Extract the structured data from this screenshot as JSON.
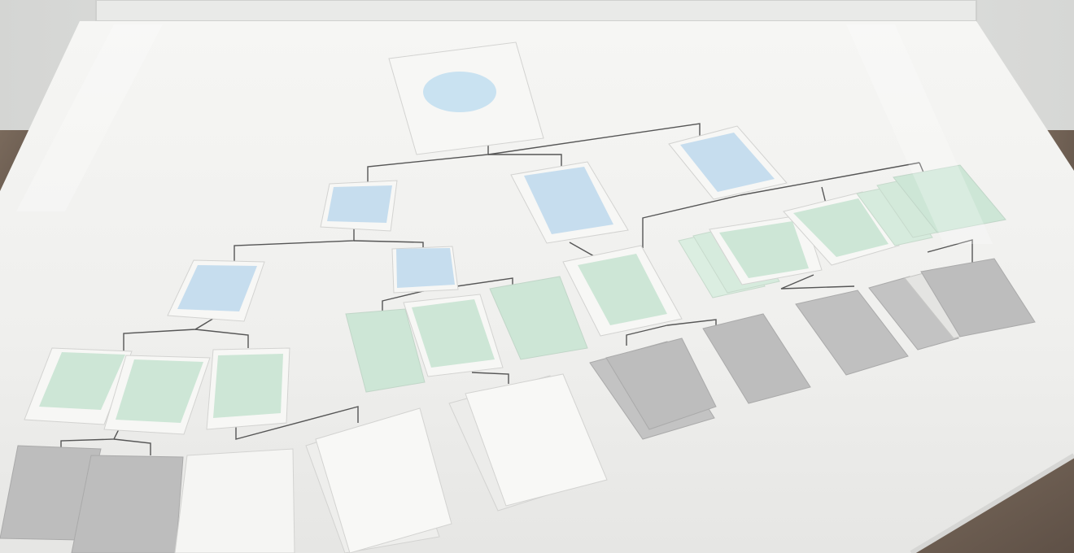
{
  "scene": {
    "subject": "tabletop-paper-org-chart",
    "colors": {
      "wall": "#dcdddb",
      "floor": "#6f5f52",
      "table": "#f1f1ef",
      "table_edge": "#d9dad8",
      "line": "#4f4f4f",
      "paper": "#f7f7f5",
      "blue_card": "#c6ddee",
      "green_card": "#cde6d6",
      "gray_card": "#bdbdbd",
      "root_circle": "#c9e2f1"
    }
  },
  "layers": [
    {
      "name": "root-node",
      "color": "blue",
      "count": 1
    },
    {
      "name": "level-1",
      "color": "blue",
      "count": 3
    },
    {
      "name": "level-2",
      "color": "blue",
      "count": 2
    },
    {
      "name": "level-3",
      "color": "green",
      "count": 10
    },
    {
      "name": "level-4",
      "color": "gray",
      "count": 14
    }
  ]
}
